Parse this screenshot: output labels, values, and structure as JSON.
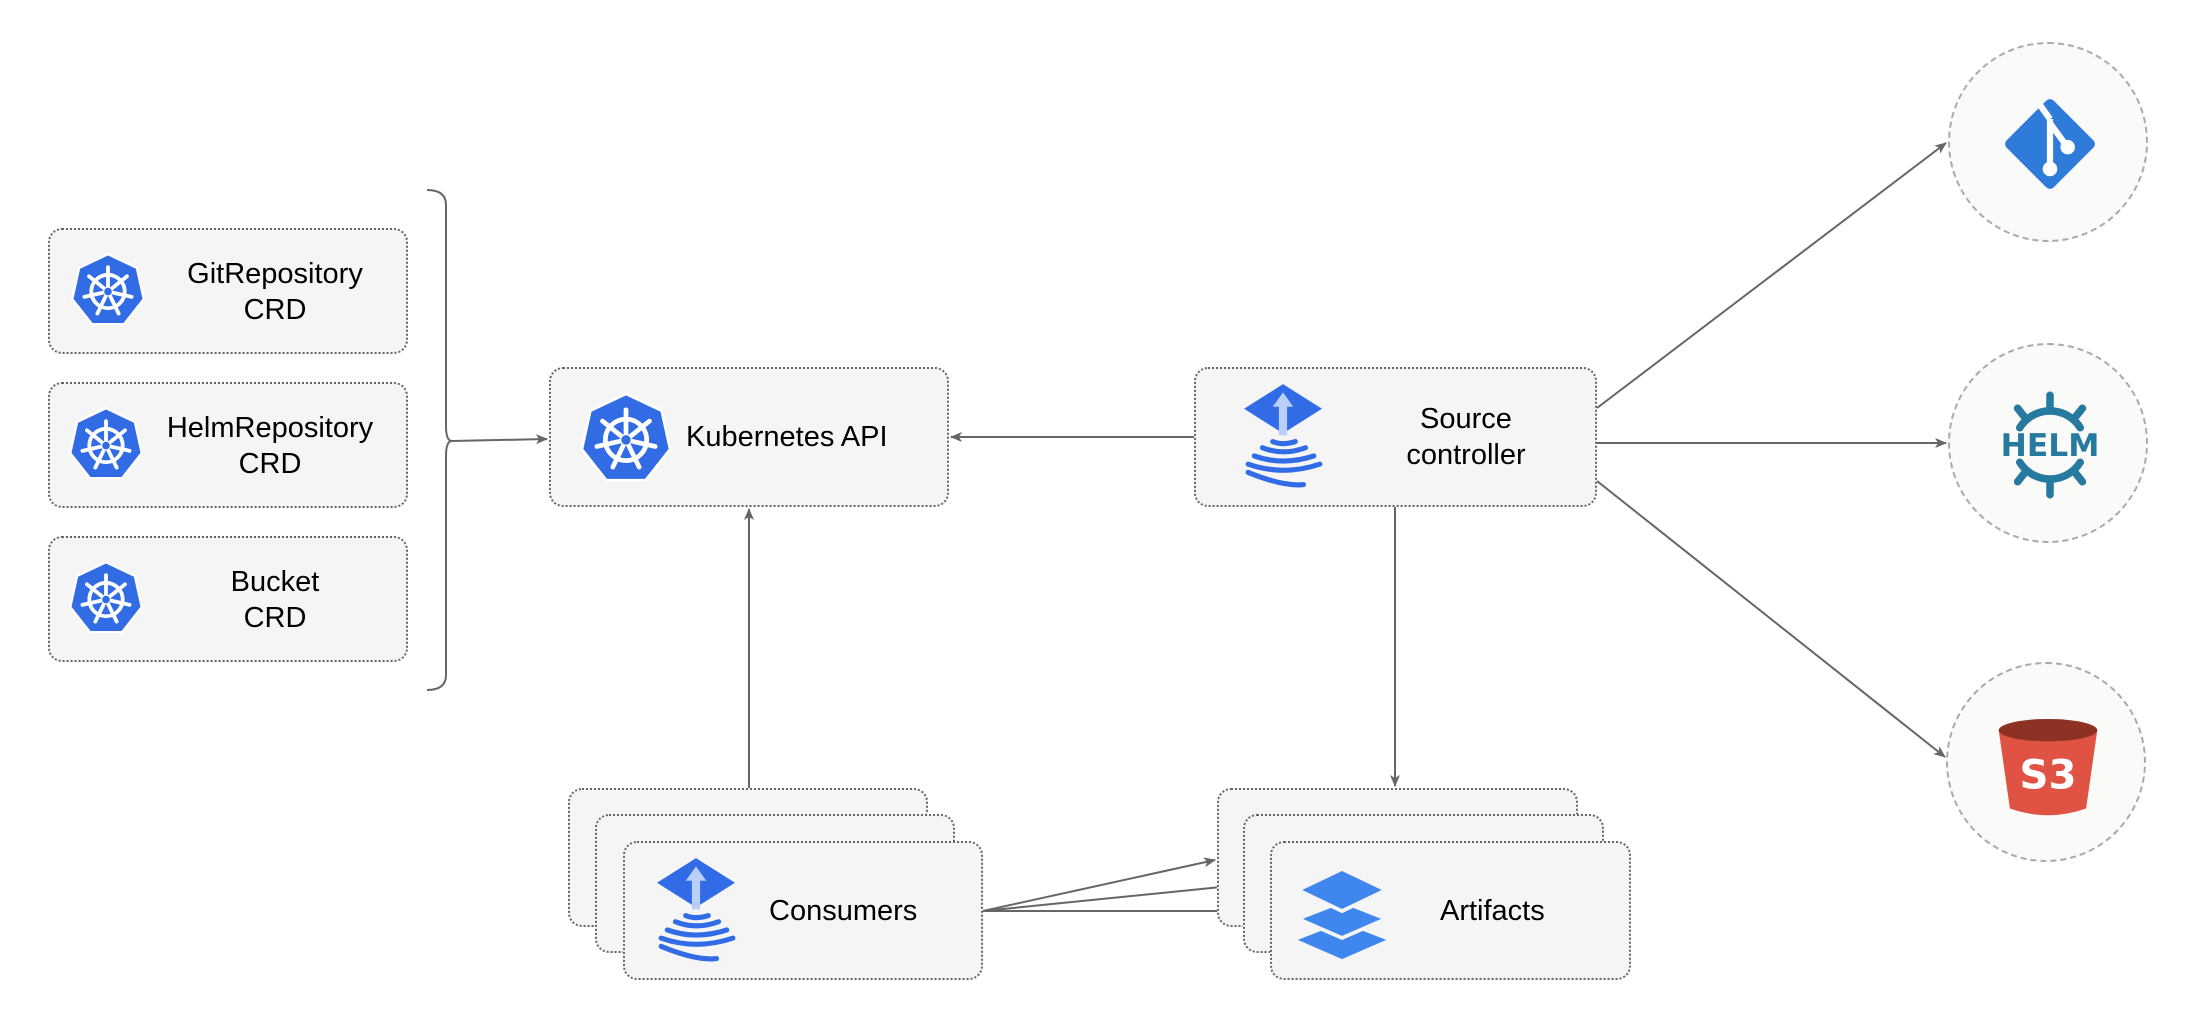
{
  "crds": [
    {
      "line1": "GitRepository",
      "line2": "CRD",
      "icon": "kubernetes-icon"
    },
    {
      "line1": "HelmRepository",
      "line2": "CRD",
      "icon": "kubernetes-icon"
    },
    {
      "line1": "Bucket",
      "line2": "CRD",
      "icon": "kubernetes-icon"
    }
  ],
  "kubernetes_api": {
    "label": "Kubernetes API",
    "icon": "kubernetes-icon"
  },
  "source_controller": {
    "line1": "Source",
    "line2": "controller",
    "icon": "flux-icon"
  },
  "consumers": {
    "label": "Consumers",
    "icon": "flux-icon"
  },
  "artifacts": {
    "label": "Artifacts",
    "icon": "layers-icon"
  },
  "sources": [
    {
      "name": "git",
      "icon": "git-icon"
    },
    {
      "name": "helm",
      "icon": "helm-icon",
      "text": "HELM"
    },
    {
      "name": "s3",
      "icon": "s3-bucket-icon",
      "text": "S3"
    }
  ],
  "colors": {
    "kubernetes": "#326ce5",
    "flux": "#316ce6",
    "helm": "#277a9f",
    "s3": "#e05243",
    "s3_dark": "#8c3123",
    "git": "#2f7bd9",
    "edge": "#666666",
    "node_fill": "#f5f5f5"
  }
}
